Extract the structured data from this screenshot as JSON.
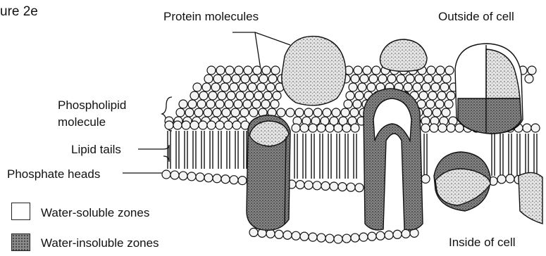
{
  "figure": {
    "title_fragment": "ure 2e"
  },
  "labels": {
    "protein_molecules": "Protein molecules",
    "outside_of_cell": "Outside of cell",
    "phospholipid_line1": "Phospholipid",
    "phospholipid_line2": "molecule",
    "lipid_tails": "Lipid tails",
    "phosphate_heads": "Phosphate heads",
    "inside_of_cell": "Inside of cell"
  },
  "legend": {
    "items": [
      {
        "label": "Water-soluble zones",
        "swatch": "#ffffff"
      },
      {
        "label": "Water-insoluble zones",
        "swatch": "#8c8c8c"
      }
    ]
  },
  "colors": {
    "ink": "#111111",
    "light_stipple": "#d2d2d2",
    "dark_stipple": "#7a7a7a",
    "head_fill": "#f4f4f4"
  }
}
